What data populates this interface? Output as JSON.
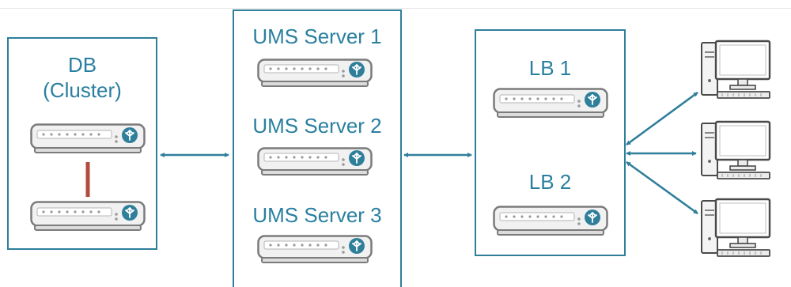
{
  "colors": {
    "box_border": "#2f7f9a",
    "label": "#2a7fa0",
    "arrow": "#2f7f9a",
    "replication_arrow": "#b24a3d",
    "server_body": "#f1f1f1",
    "server_outline": "#7b7b7b",
    "server_badge": "#2f7f9a"
  },
  "icons": {
    "server": "server-appliance-icon",
    "client": "desktop-computer-icon"
  },
  "db": {
    "line1": "DB",
    "line2": "(Cluster)"
  },
  "ums": {
    "server1": "UMS Server 1",
    "server2": "UMS Server 2",
    "server3": "UMS Server 3"
  },
  "lb": {
    "lb1": "LB 1",
    "lb2": "LB 2"
  }
}
